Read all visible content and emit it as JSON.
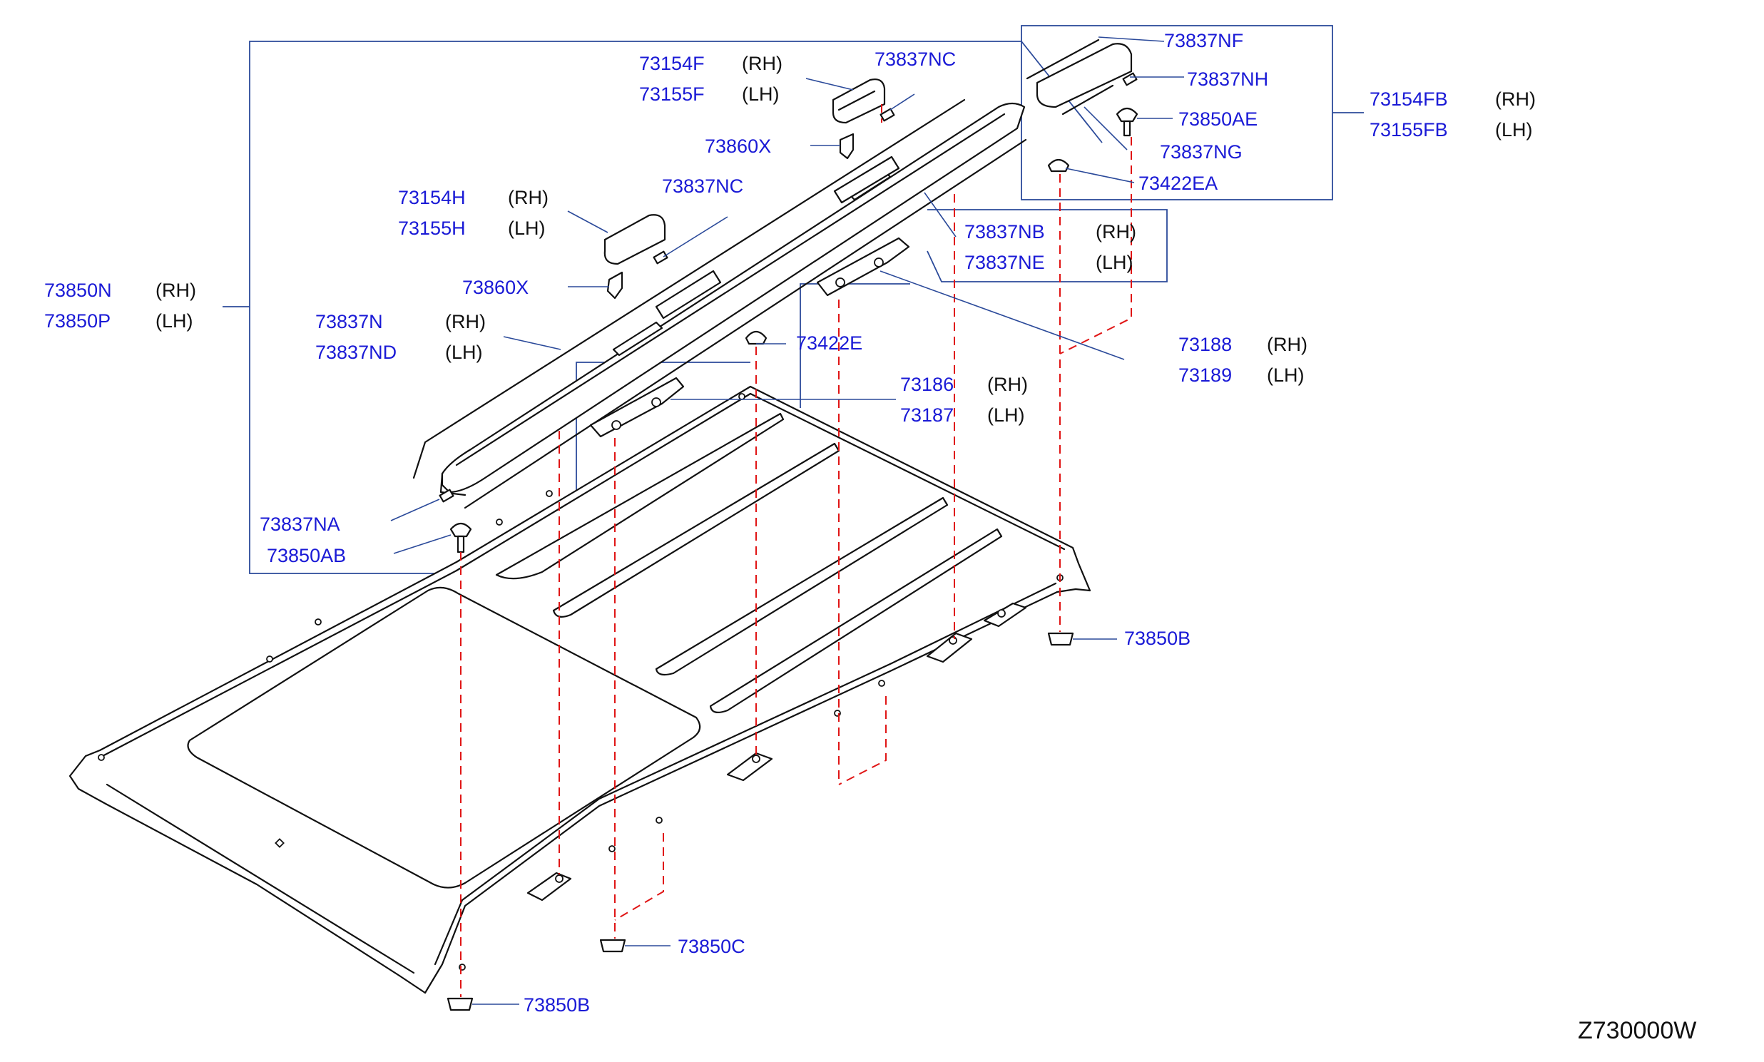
{
  "diagram": {
    "reference_code": "Z730000W",
    "colors": {
      "part_number": "#1a1ad6",
      "side_text": "#111111",
      "leader_line": "#2b4a9a",
      "dashed_assembly_line": "#e01515",
      "line_art": "#111111",
      "background": "#ffffff"
    },
    "callouts": [
      {
        "id": "c-73850n",
        "lines": [
          {
            "part": "73850N",
            "side": "(RH)"
          },
          {
            "part": "73850P",
            "side": "(LH)"
          }
        ]
      },
      {
        "id": "c-73154f",
        "lines": [
          {
            "part": "73154F",
            "side": "(RH)"
          },
          {
            "part": "73155F",
            "side": "(LH)"
          }
        ]
      },
      {
        "id": "c-73837nc-top",
        "lines": [
          {
            "part": "73837NC",
            "side": ""
          }
        ]
      },
      {
        "id": "c-73860x-top",
        "lines": [
          {
            "part": "73860X",
            "side": ""
          }
        ]
      },
      {
        "id": "c-73154h",
        "lines": [
          {
            "part": "73154H",
            "side": "(RH)"
          },
          {
            "part": "73155H",
            "side": "(LH)"
          }
        ]
      },
      {
        "id": "c-73837nc-mid",
        "lines": [
          {
            "part": "73837NC",
            "side": ""
          }
        ]
      },
      {
        "id": "c-73860x-mid",
        "lines": [
          {
            "part": "73860X",
            "side": ""
          }
        ]
      },
      {
        "id": "c-73837n",
        "lines": [
          {
            "part": "73837N",
            "side": "(RH)"
          },
          {
            "part": "73837ND",
            "side": "(LH)"
          }
        ]
      },
      {
        "id": "c-73422e",
        "lines": [
          {
            "part": "73422E",
            "side": ""
          }
        ]
      },
      {
        "id": "c-73186",
        "lines": [
          {
            "part": "73186",
            "side": "(RH)"
          },
          {
            "part": "73187",
            "side": "(LH)"
          }
        ]
      },
      {
        "id": "c-73837na",
        "lines": [
          {
            "part": "73837NA",
            "side": ""
          }
        ]
      },
      {
        "id": "c-73850ab",
        "lines": [
          {
            "part": "73850AB",
            "side": ""
          }
        ]
      },
      {
        "id": "c-73837nf",
        "lines": [
          {
            "part": "73837NF",
            "side": ""
          }
        ]
      },
      {
        "id": "c-73837nh",
        "lines": [
          {
            "part": "73837NH",
            "side": ""
          }
        ]
      },
      {
        "id": "c-73850ae",
        "lines": [
          {
            "part": "73850AE",
            "side": ""
          }
        ]
      },
      {
        "id": "c-73837ng",
        "lines": [
          {
            "part": "73837NG",
            "side": ""
          }
        ]
      },
      {
        "id": "c-73422ea",
        "lines": [
          {
            "part": "73422EA",
            "side": ""
          }
        ]
      },
      {
        "id": "c-73154fb",
        "lines": [
          {
            "part": "73154FB",
            "side": "(RH)"
          },
          {
            "part": "73155FB",
            "side": "(LH)"
          }
        ]
      },
      {
        "id": "c-73837nb",
        "lines": [
          {
            "part": "73837NB",
            "side": "(RH)"
          },
          {
            "part": "73837NE",
            "side": "(LH)"
          }
        ]
      },
      {
        "id": "c-73188",
        "lines": [
          {
            "part": "73188",
            "side": "(RH)"
          },
          {
            "part": "73189",
            "side": "(LH)"
          }
        ]
      },
      {
        "id": "c-73850b-right",
        "lines": [
          {
            "part": "73850B",
            "side": ""
          }
        ]
      },
      {
        "id": "c-73850c",
        "lines": [
          {
            "part": "73850C",
            "side": ""
          }
        ]
      },
      {
        "id": "c-73850b-bottom",
        "lines": [
          {
            "part": "73850B",
            "side": ""
          }
        ]
      }
    ]
  }
}
